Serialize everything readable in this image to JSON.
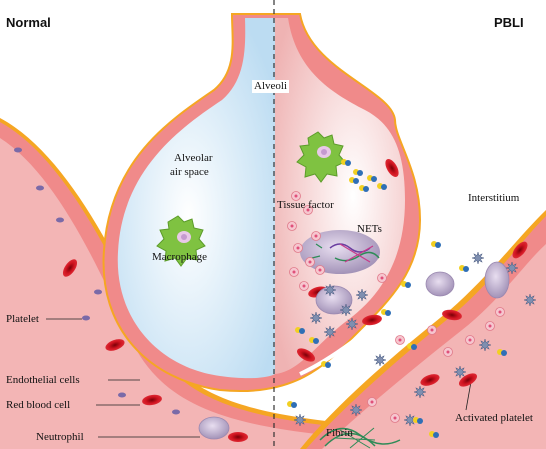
{
  "panels": {
    "left": "Normal",
    "right": "PBLI"
  },
  "labels": {
    "alveoli": "Alveoli",
    "airspace_line1": "Alveolar",
    "airspace_line2": "air space",
    "macrophage": "Macrophage",
    "tissue_factor": "Tissue factor",
    "nets": "NETs",
    "interstitium": "Interstitium",
    "platelet": "Platelet",
    "endothelial": "Endothelial cells",
    "rbc": "Red blood cell",
    "neutrophil": "Neutrophil",
    "fibrin": "Fibrin",
    "activated_platelet": "Activated platelet"
  },
  "colors": {
    "vessel_wall": "#f08a8a",
    "vessel_outline": "#f5a623",
    "vessel_lumen": "#f3b5b5",
    "alveolar_wall": "#f08a8a",
    "air_space": "#cfe6f6",
    "edema": "#f3c0bf",
    "red_blood_cell": "#c8101a",
    "macrophage": "#7fc241",
    "neutrophil": "#b6a6c4",
    "platelet": "#7a6aa8",
    "fibrin": "#2e8b57"
  }
}
